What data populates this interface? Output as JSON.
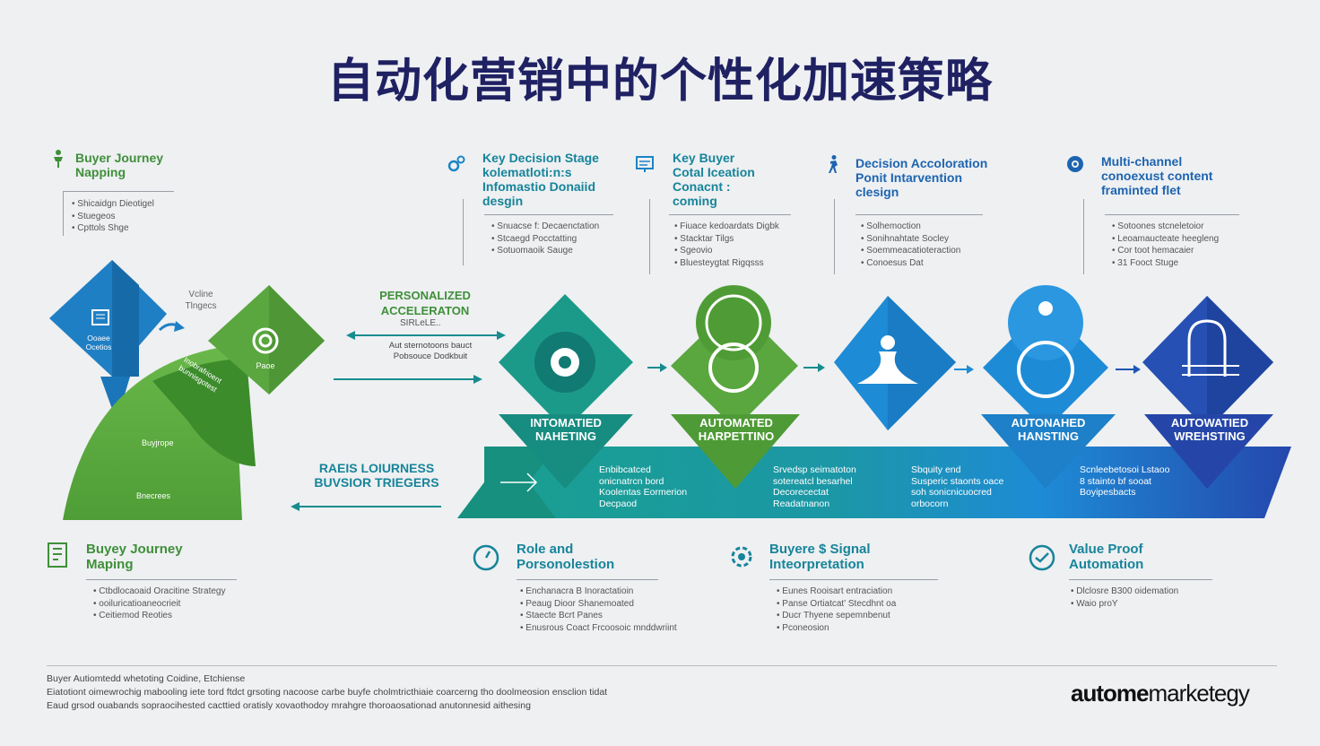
{
  "title": "自动化营销中的个性化加速策略",
  "colors": {
    "navy": "#1f2163",
    "green": "#5aa63f",
    "teal": "#1c9a9b",
    "blue": "#1e8bd6",
    "darkblue": "#2650b3"
  },
  "top_sections": [
    {
      "icon": "person-icon",
      "title": "Buyer Journey\nNapping",
      "bullets": [
        "Shicaidgn Dieotigel",
        "Stuegeos",
        "Cpttols Shge"
      ]
    },
    {
      "icon": "gears-icon",
      "title": "Key Decision Stage\nkolematloti:n:s\nInfomastio Donaiid\ndesgin",
      "bullets": [
        "Snuacse f: Decaenctation",
        "Stcaegd Pocctatting",
        "Sotuomaoik Sauge"
      ]
    },
    {
      "icon": "chart-icon",
      "title": "Key Buyer\nCotal Iceation\nConacnt :\ncoming",
      "bullets": [
        "Fiuace kedoardats Digbk",
        "Stacktar Tilgs",
        "Sgeovio",
        "Bluesteygtat Rigqsss"
      ]
    },
    {
      "icon": "runner-icon",
      "title": "Decision Accoloration\nPonit Intarvention\nclesign",
      "bullets": [
        "Solhemoction",
        "Sonihnahtate Socley",
        "Soemmeacatioteraction",
        "Conoesus Dat"
      ]
    },
    {
      "icon": "gear-icon",
      "title": "Multi-channel\nconoexust content\nframinted flet",
      "bullets": [
        "Sotoones stcneletoior",
        "Leoamaucteate heegleng",
        "Cor toot hemacaier",
        "31 Fooct Stuge"
      ]
    }
  ],
  "left_diagram": {
    "top_label": "Vcline\nTlngecs",
    "blue_label": "Ooaee\nOcetios",
    "green_label": "Paoe",
    "band_label": "Inobrafrioent\nbunnisgotest",
    "band_label2": "Buyjrope",
    "bottom_label": "Bnecrees"
  },
  "middle": {
    "headline": "PERSONALIZED\nACCELERATON",
    "subline": "SIRLeLE..",
    "note": "Aut sternotoons bauct\nPobsouce Dodkbuit",
    "triggers": "RAEIS LOIURNESS\nBUVSIOR TRIEGERS"
  },
  "diamond_labels": [
    "INTOMATIED\nNAHETING",
    "AUTOMATED\nHARPETTINO",
    "",
    "AUTONAHED\nHANSTING",
    "AUTOWATIED\nWREHSTING"
  ],
  "band_texts": [
    "Enbibcatced\nonicnatrcn bord\nKoolentas Eormerion\nDecpaod",
    "Srvedsp seimatoton\nsotereatcl besarhel\nDecorecectat\nReadatnanon",
    "Sbquity end\nSusperic staonts oace\nsoh sonicnicuocred\norbocorn",
    "Scnleebetosoi Lstaoo\n8 stainto bf sooat\nBoyipesbacts"
  ],
  "bottom_sections": [
    {
      "icon": "journey-map-icon",
      "title": "Buyey Journey\nMaping",
      "bullets": [
        "Ctbdlocaoaid Oracitine Strategy",
        "ooiluricatioaneocrieit",
        "Ceitiemod Reoties"
      ]
    },
    {
      "icon": "stopwatch-icon",
      "title": "Role and\nPorsonolestion",
      "bullets": [
        "Enchanacra B Inoractatioin",
        "Peaug Dioor Shanemoated",
        "Staecte Bcrt Panes",
        "Enusrous Coact Frcoosoic mnddwriint"
      ]
    },
    {
      "icon": "cog-refresh-icon",
      "title": "Buyere $ Signal\nInteorpretation",
      "bullets": [
        "Eunes Rooisart entraciation",
        "Panse Ortiatcat' Stecdhnt oa",
        "Ducr Thyene sepemnbenut",
        "Pconeosion"
      ]
    },
    {
      "icon": "check-circle-icon",
      "title": "Value Proof\nAutomation",
      "bullets": [
        "Dlclosre B300 oidemation",
        "Waio proY"
      ]
    }
  ],
  "footer": {
    "lines": [
      "Buyer Autiomtedd whetoting Coidine, Etchiense",
      "Eiatotiont oimewrochig mabooling iete tord ftdct grsoting nacoose carbe buyfe cholmtricthiaie coarcerng tho doolmeosion ensclion tidat",
      "Eaud grsod ouabands sopraocihested cacttied oratisly xovaothodoy mrahgre thoroaosationad anutonnesid aithesing"
    ],
    "logo_bold": "autome",
    "logo_rest": "marketegy"
  }
}
